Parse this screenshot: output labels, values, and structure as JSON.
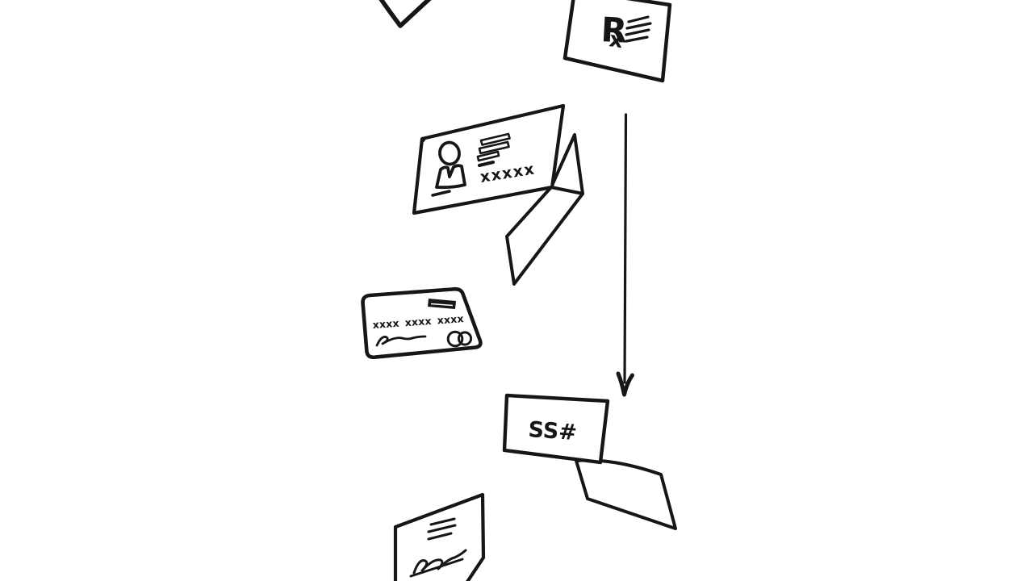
{
  "canvas": {
    "background_color": "#ffffff",
    "ink_color": "#161616"
  },
  "items": {
    "chevron": {
      "icon": "chevron-down-icon"
    },
    "prescription_note": {
      "symbol_r": "R",
      "symbol_x": "x",
      "lines_icon": "text-lines-icon"
    },
    "folded_paper": {
      "icon": "folded-paper-icon"
    },
    "id_card": {
      "person": "person-icon",
      "lines_icon": "text-lines-icon",
      "masked_value": "xxxxx"
    },
    "flow_arrow": {
      "icon": "arrow-down-icon",
      "direction": "down"
    },
    "credit_card": {
      "chip": "chip-icon",
      "masked_number": "xxxx xxxx xxxx",
      "signature": "signature-icon",
      "logo": "overlapping-circles-icon"
    },
    "ssn_card": {
      "label": "SS#"
    },
    "blank_note": {
      "icon": "blank-note-icon"
    },
    "signed_note": {
      "lines_icon": "text-lines-icon",
      "signature": "signature-icon"
    }
  }
}
